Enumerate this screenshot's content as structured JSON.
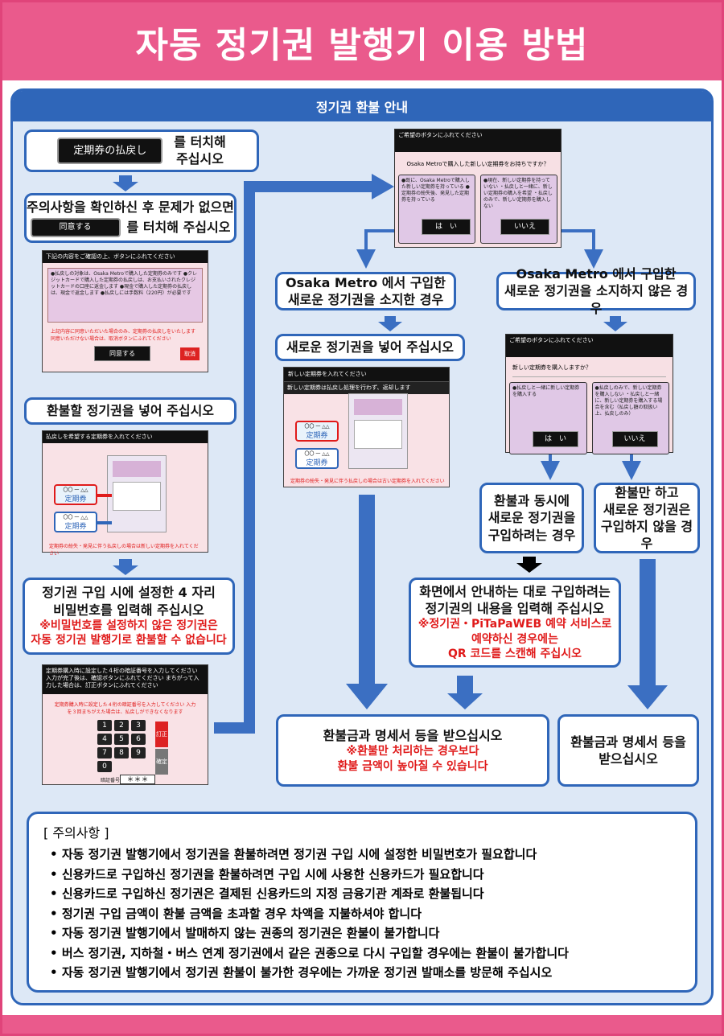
{
  "title": "자동 정기권 발행기 이용 방법",
  "section_title": "정기권 환불 안내",
  "colors": {
    "pink": "#ea5a8c",
    "blue": "#2f66b9",
    "red": "#e01a1a"
  },
  "left": {
    "step1": {
      "button": "定期券の払戻し",
      "text_line1": "를 터치해",
      "text_line2": "주십시오"
    },
    "step2": {
      "line1": "주의사항을 확인하신 후 문제가 없으면",
      "button": "同意する",
      "line2": "를 터치해 주십시오"
    },
    "screen2": {
      "header": "下記の内容をご確認の上、ボタンにふれてください",
      "body": "●払戻しの対象は、Osaka Metroで購入した定期券のみです ●クレジットカードで購入した定期券の払戻しは、お支払いされたクレジットカードの口座に返金します ●現金で購入した定期券の払戻しは、現金で返金します ●払戻しには手数料（220円）が必要です",
      "red": "上記内容に同意いただいた場合のみ、定期券の払戻しをいたします 同意いただけない場合は、取消ボタンにふれてください",
      "agree": "同意する",
      "cancel": "取消"
    },
    "step3": "환불할 정기권을 넣어 주십시오",
    "screen3": {
      "header": "払戻しを希望する定期券を入れてください",
      "card1": "定期券",
      "card2": "定期券",
      "card_code": "〇〇 一 △△",
      "footer": "定期券の紛失・発見に伴う払戻しの場合は新しい定期券を入れてください"
    },
    "step4": {
      "line1": "정기권 구입 시에 설정한 4 자리",
      "line2": "비밀번호를 입력해 주십시오",
      "red1": "※비밀번호를 설정하지 않은 정기권은",
      "red2": "자동 정기권 발행기로 환불할 수 없습니다"
    },
    "screen4": {
      "header": "定期券購入時に設定した４桁の暗証番号を入力してください 入力が完了後は、確認ボタンにふれてください まちがって入力した場合は、訂正ボタンにふれてください",
      "red": "定期券購入時に設定した４桁の暗証番号を入力してください 入力を３回まちがえた場合は、払戻しができなくなります",
      "keys": [
        "1",
        "2",
        "3",
        "4",
        "5",
        "6",
        "7",
        "8",
        "9",
        "0"
      ],
      "correct": "訂正",
      "confirm": "確定",
      "pin_label": "暗証番号",
      "pin": "＊＊＊"
    }
  },
  "top_screen": {
    "header": "ご希望のボタンにふれてください",
    "question": "Osaka Metroで購入した新しい定期券をお持ちですか？",
    "yes_desc": "●既に、Osaka Metroで購入した新しい定期券を持っている ●定期券の紛失後、発見した定期券を持っている",
    "no_desc": "●現在、新しい定期券を持っていない ・払戻しと一緒に、新しい定期券の購入を希望 ・払戻しのみで、新しい定期券を購入しない",
    "yes": "は　い",
    "no": "いいえ"
  },
  "middle": {
    "owned_line1": "Osaka Metro 에서 구입한",
    "owned_line2": "새로운 정기권을 소지한 경우",
    "insert_new": "새로운 정기권을 넣어 주십시오",
    "screen": {
      "header1": "新しい定期券を入れてください",
      "header2": "新しい定期券は払戻し処理を行わず、返却します",
      "card1": "定期券",
      "card2": "定期券",
      "card_code": "〇〇 一 △△",
      "footer": "定期券の紛失・発見に伴う払戻しの場合は古い定期券を入れてください"
    }
  },
  "right": {
    "not_owned_line1": "Osaka Metro 에서 구입한",
    "not_owned_line2": "새로운 정기권을 소지하지 않은 경우",
    "screen": {
      "header": "ご希望のボタンにふれてください",
      "question": "新しい定期券を購入しますか？",
      "yes_desc": "●払戻しと一緒に新しい定期券を購入する",
      "no_desc": "●払戻しのみで、新しい定期券を購入しない ・払戻しと一緒に、新しい定期券を購入する場合を含む（払戻し額の取扱い上、払戻しのみ）",
      "yes": "は　い",
      "no": "いいえ"
    },
    "buy_line1": "환불과 동시에",
    "buy_line2": "새로운 정기권을",
    "buy_line3": "구입하려는 경우",
    "nobuy_line1": "환불만 하고",
    "nobuy_line2": "새로운 정기권은",
    "nobuy_line3": "구입하지 않을 경우",
    "guide_line1": "화면에서 안내하는 대로 구입하려는",
    "guide_line2": "정기권의 내용을 입력해 주십시오",
    "guide_red1": "※정기권・PiTaPaWEB 예약 서비스로",
    "guide_red2": "예약하신 경우에는",
    "guide_red3": "QR 코드를 스캔해 주십시오"
  },
  "receive1": {
    "line1": "환불금과 명세서 등을 받으십시오",
    "red1": "※환불만 처리하는 경우보다",
    "red2": "환불 금액이 높아질 수 있습니다"
  },
  "receive2": {
    "line1": "환불금과 명세서 등을",
    "line2": "받으십시오"
  },
  "notes": {
    "heading": "[ 주의사항 ]",
    "items": [
      "자동 정기권 발행기에서 정기권을 환불하려면 정기권 구입 시에 설정한 비밀번호가 필요합니다",
      "신용카드로 구입하신 정기권을 환불하려면 구입 시에 사용한 신용카드가 필요합니다",
      "신용카드로 구입하신 정기권은 결제된 신용카드의 지정 금융기관 계좌로 환불됩니다",
      "정기권 구입 금액이 환불 금액을 초과할 경우 차액을 지불하셔야 합니다",
      "자동 정기권 발행기에서 발매하지 않는 권종의 정기권은 환불이 불가합니다",
      "버스 정기권, 지하철・버스 연계 정기권에서 같은 권종으로 다시 구입할 경우에는 환불이 불가합니다",
      "자동 정기권 발행기에서 정기권 환불이 불가한 경우에는 가까운 정기권 발매소를 방문해 주십시오"
    ]
  }
}
